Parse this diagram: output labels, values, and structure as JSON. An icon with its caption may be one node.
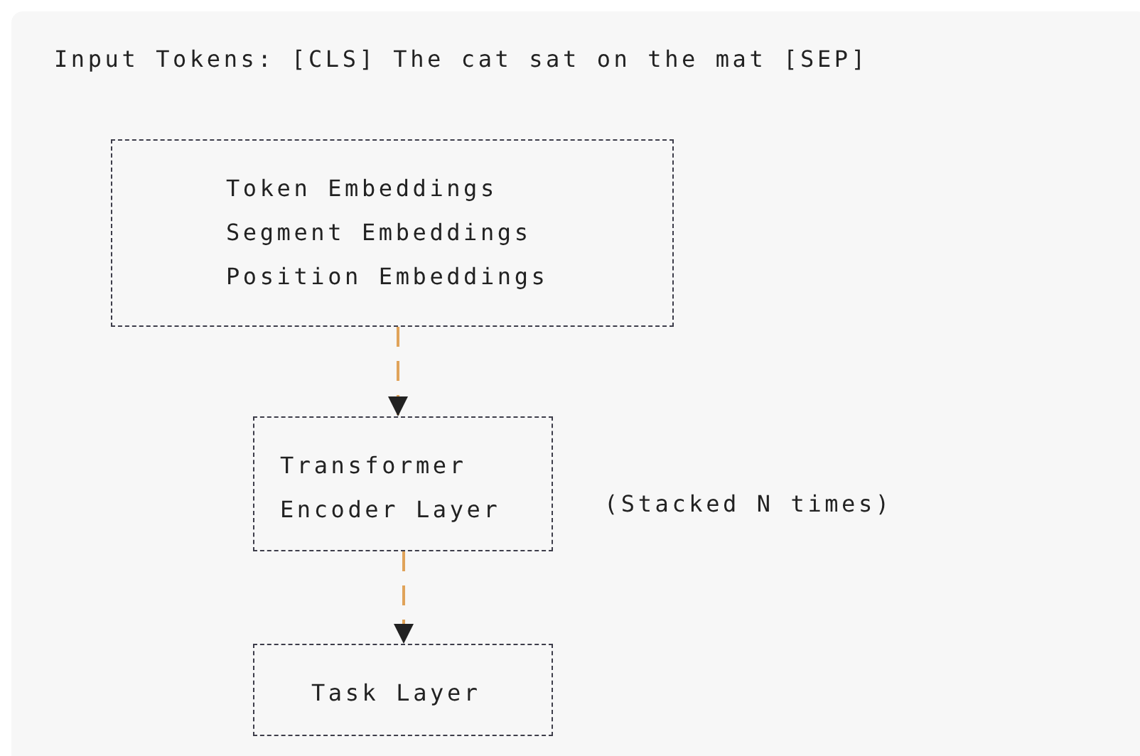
{
  "diagram": {
    "nodes": [
      {
        "text": [
          "Token Embeddings",
          "Segment Embeddings",
          "Position Embeddings"
        ]
      },
      {
        "text": [
          "Transformer Encoder Layer"
        ],
        "beside": [
          "(Stacked N times)"
        ]
      },
      {
        "text": [
          "Task Layer"
        ]
      }
    ],
    "edges": [
      {
        "from": 0,
        "to": 1,
        "arrow": "to",
        "style": "dashed"
      },
      {
        "from": 1,
        "to": 2,
        "arrow": "to",
        "style": "dashed"
      }
    ],
    "labels": [
      "Input Tokens: [CLS] The cat sat on the mat [SEP]"
    ]
  }
}
